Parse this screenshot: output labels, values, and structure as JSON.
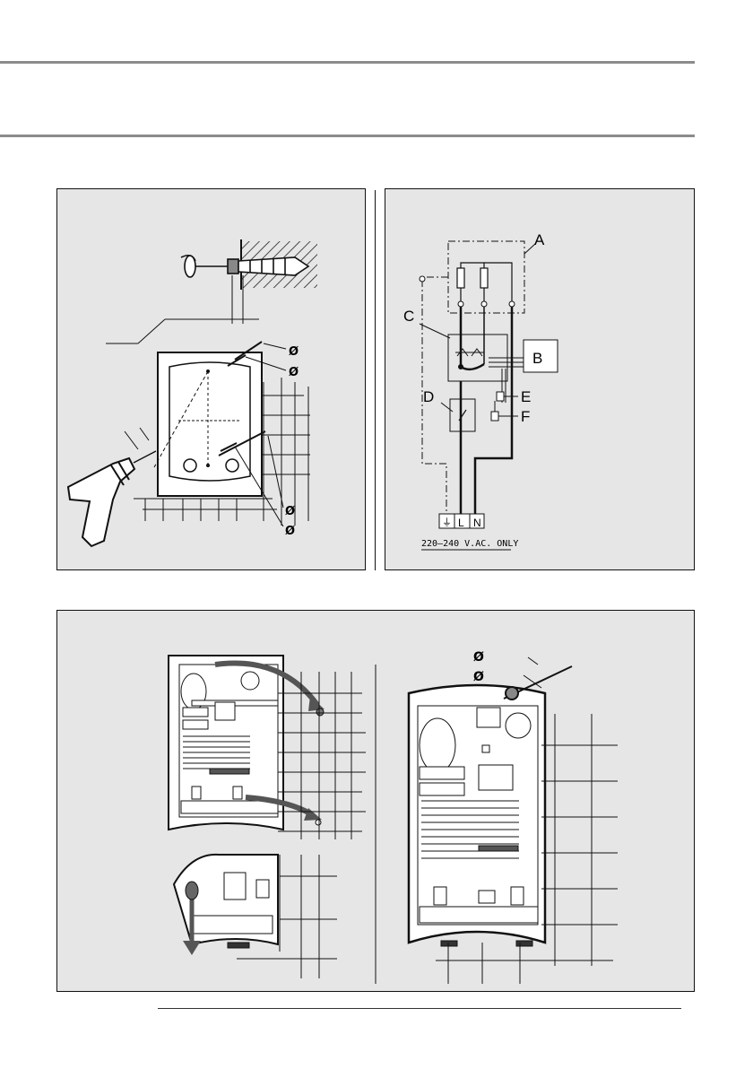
{
  "wiring": {
    "labels": {
      "a": "A",
      "b": "B",
      "c": "C",
      "d": "D",
      "e": "E",
      "f": "F"
    },
    "terminals": {
      "earth": "⏚",
      "live": "L",
      "neutral": "N"
    },
    "supply_note": "220–240 V.AC. ONLY"
  },
  "mounting": {
    "diameter_symbol": "Ø"
  },
  "install": {
    "diameter_symbol": "Ø"
  }
}
